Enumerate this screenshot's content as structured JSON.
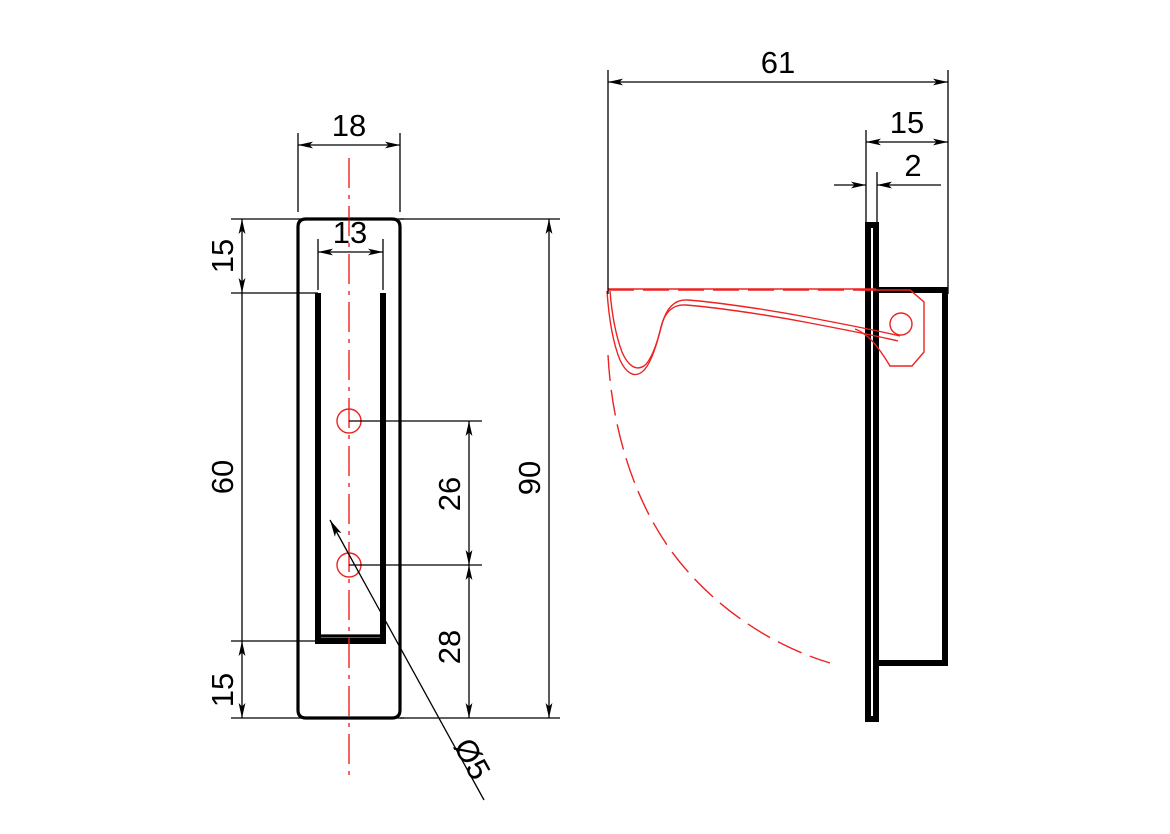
{
  "drawing": {
    "title": "Bracket technical drawing",
    "background_color": "#ffffff",
    "line_color": "#000000",
    "construction_color": "#ee2222",
    "units": "mm"
  },
  "views": {
    "front": {
      "name": "front-view",
      "description": "Front elevation of mounting plate with slot and two holes"
    },
    "side": {
      "name": "side-view",
      "description": "Side elevation of bracket showing shelf arm and mounting plate"
    }
  },
  "dimensions": {
    "front_width_outer": "18",
    "front_width_slot": "13",
    "front_top_margin": "15",
    "front_slot_length": "60",
    "front_bottom_margin": "15",
    "front_total_height": "90",
    "hole_spacing": "26",
    "lower_hole_to_bottom": "28",
    "hole_diameter": "Ø5",
    "side_total_depth": "61",
    "side_plate_depth": "15",
    "side_plate_thickness": "2"
  },
  "labels": {
    "d18": "18",
    "d13": "13",
    "d15_top": "15",
    "d60": "60",
    "d15_bottom": "15",
    "d90": "90",
    "d26": "26",
    "d28": "28",
    "dia5": "Ø5",
    "d61": "61",
    "d15_side": "15",
    "d2": "2"
  }
}
